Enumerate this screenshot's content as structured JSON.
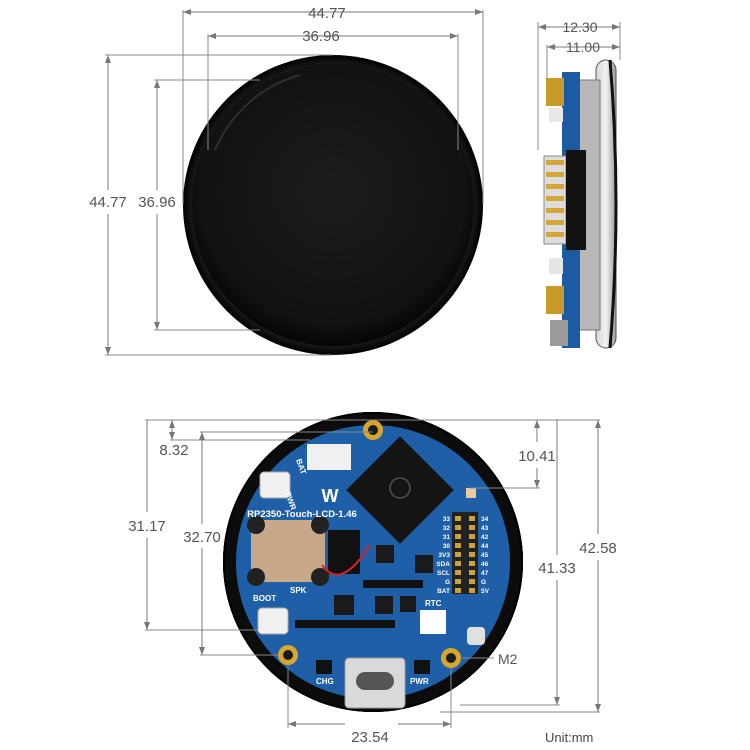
{
  "dimensions": {
    "top_outer_width": "44.77",
    "top_inner_width": "36.96",
    "left_outer_height": "44.77",
    "left_inner_height": "36.96",
    "side_depth_total": "12.30",
    "side_depth_body": "11.00",
    "back_8_32": "8.32",
    "back_31_17": "31.17",
    "back_32_70": "32.70",
    "back_10_41": "10.41",
    "back_41_33": "41.33",
    "back_42_58": "42.58",
    "back_23_54": "23.54",
    "mount_hole": "M2"
  },
  "unit_label": "Unit:mm",
  "board_silkscreen": {
    "board_name": "RP2350-Touch-LCD-1.46",
    "bat": "BAT",
    "pwr_button": "PWR",
    "boot_button": "BOOT",
    "spk": "SPK",
    "rtc": "RTC",
    "chg": "CHG",
    "pwr_led": "PWR",
    "pins_left": [
      "33",
      "32",
      "31",
      "30",
      "3V3",
      "SDA",
      "SCL",
      "G",
      "BAT"
    ],
    "pins_right": [
      "34",
      "43",
      "42",
      "44",
      "45",
      "46",
      "47",
      "G",
      "5V"
    ]
  },
  "colors": {
    "pcb_blue": "#1f5fa8",
    "display_black": "#121212",
    "dimension_gray": "#777777"
  }
}
